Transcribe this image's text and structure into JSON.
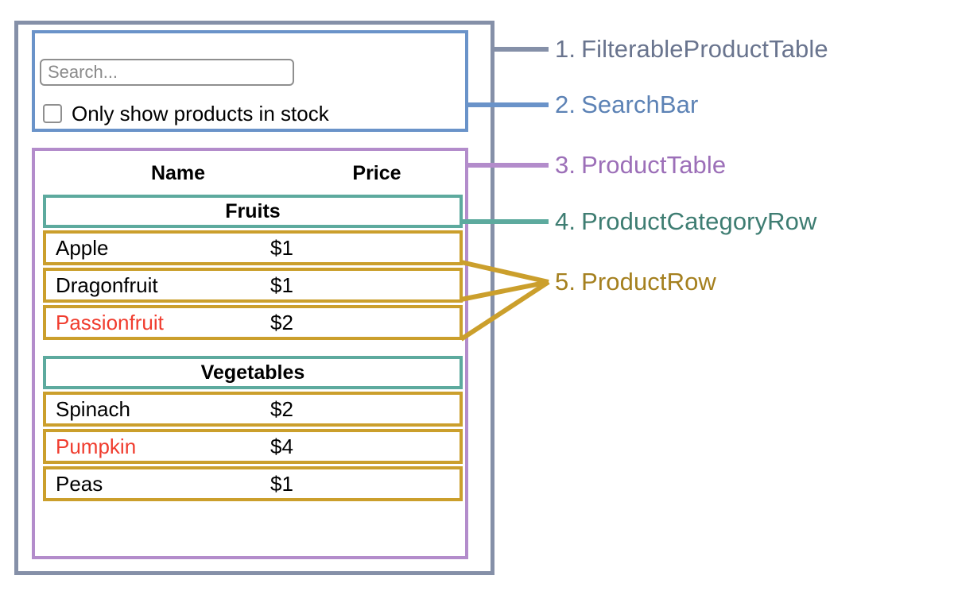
{
  "diagram": {
    "title": "React component hierarchy diagram for FilterableProductTable",
    "colors": {
      "filterable_product_table": "#8590a8",
      "search_bar": "#6a93c9",
      "product_table": "#b38ccb",
      "product_category_row": "#5daa9e",
      "product_row": "#cb9f2c",
      "out_of_stock_text": "#f03c2e",
      "placeholder_text": "#8a8a8a",
      "input_border": "#8f8f8f"
    }
  },
  "search_bar": {
    "input_value": "",
    "input_placeholder": "Search...",
    "checkbox_checked": false,
    "checkbox_label": "Only show products in stock"
  },
  "product_table": {
    "columns": [
      "Name",
      "Price"
    ],
    "groups": [
      {
        "category": "Fruits",
        "rows": [
          {
            "name": "Apple",
            "price": "$1",
            "in_stock": true
          },
          {
            "name": "Dragonfruit",
            "price": "$1",
            "in_stock": true
          },
          {
            "name": "Passionfruit",
            "price": "$2",
            "in_stock": false
          }
        ]
      },
      {
        "category": "Vegetables",
        "rows": [
          {
            "name": "Spinach",
            "price": "$2",
            "in_stock": true
          },
          {
            "name": "Pumpkin",
            "price": "$4",
            "in_stock": false
          },
          {
            "name": "Peas",
            "price": "$1",
            "in_stock": true
          }
        ]
      }
    ]
  },
  "legend": [
    {
      "num": "1.",
      "label": "FilterableProductTable",
      "color": "#69748e"
    },
    {
      "num": "2.",
      "label": "SearchBar",
      "color": "#5c82b5"
    },
    {
      "num": "3.",
      "label": "ProductTable",
      "color": "#9c6fb8"
    },
    {
      "num": "4.",
      "label": "ProductCategoryRow",
      "color": "#3e7d72"
    },
    {
      "num": "5.",
      "label": "ProductRow",
      "color": "#a5801f"
    }
  ]
}
